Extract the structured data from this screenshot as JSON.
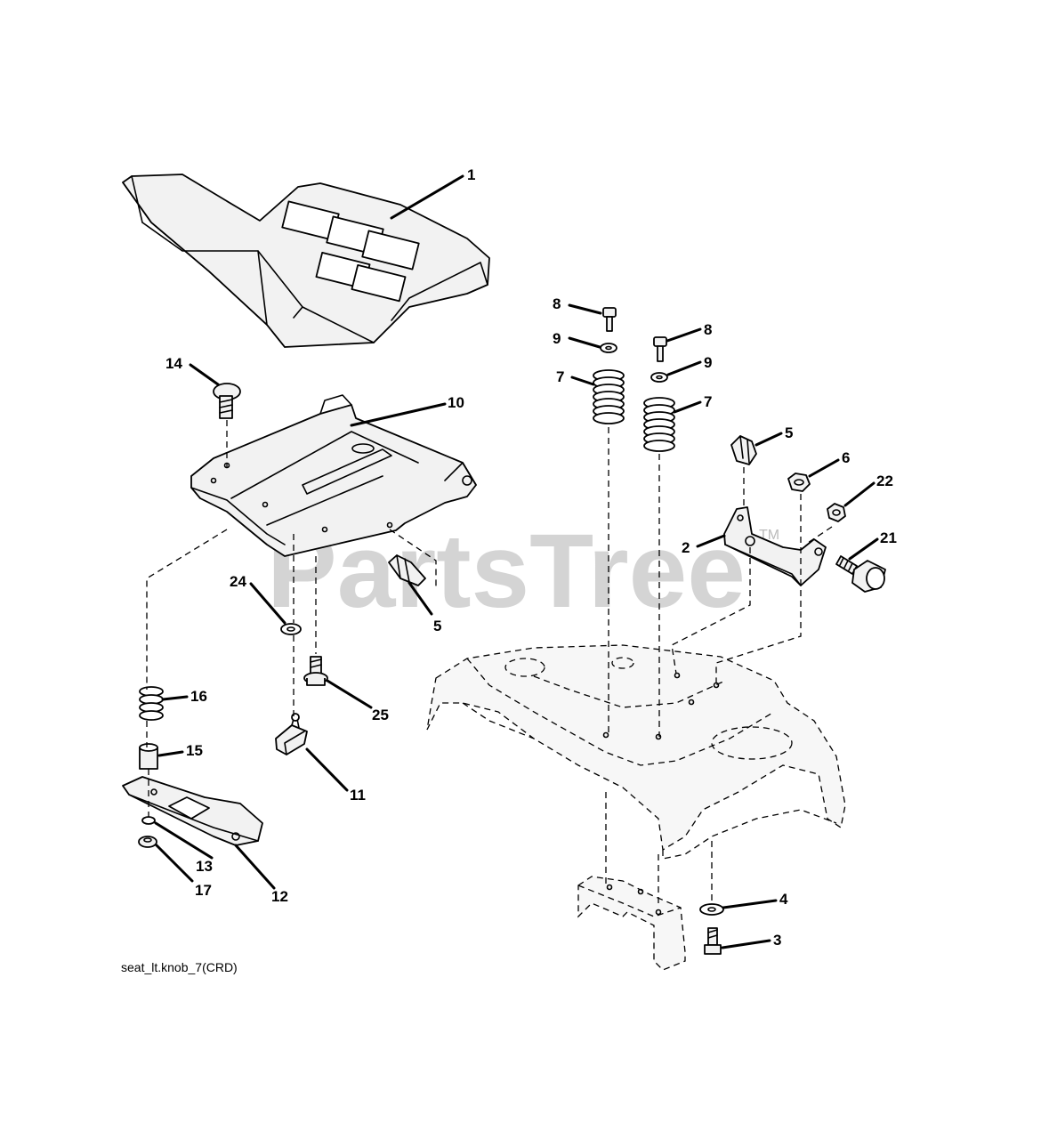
{
  "diagram": {
    "caption": "seat_lt.knob_7(CRD)",
    "watermark": {
      "text": "PartsTree",
      "trademark": "TM"
    },
    "callouts": [
      {
        "id": "c1",
        "label": "1"
      },
      {
        "id": "c14",
        "label": "14"
      },
      {
        "id": "c10",
        "label": "10"
      },
      {
        "id": "c24",
        "label": "24"
      },
      {
        "id": "c5a",
        "label": "5"
      },
      {
        "id": "c16",
        "label": "16"
      },
      {
        "id": "c25",
        "label": "25"
      },
      {
        "id": "c15",
        "label": "15"
      },
      {
        "id": "c11",
        "label": "11"
      },
      {
        "id": "c13",
        "label": "13"
      },
      {
        "id": "c17",
        "label": "17"
      },
      {
        "id": "c12",
        "label": "12"
      },
      {
        "id": "c8a",
        "label": "8"
      },
      {
        "id": "c9a",
        "label": "9"
      },
      {
        "id": "c7a",
        "label": "7"
      },
      {
        "id": "c8b",
        "label": "8"
      },
      {
        "id": "c9b",
        "label": "9"
      },
      {
        "id": "c7b",
        "label": "7"
      },
      {
        "id": "c5b",
        "label": "5"
      },
      {
        "id": "c6",
        "label": "6"
      },
      {
        "id": "c22",
        "label": "22"
      },
      {
        "id": "c2",
        "label": "2"
      },
      {
        "id": "c21",
        "label": "21"
      },
      {
        "id": "c4",
        "label": "4"
      },
      {
        "id": "c3",
        "label": "3"
      }
    ]
  }
}
